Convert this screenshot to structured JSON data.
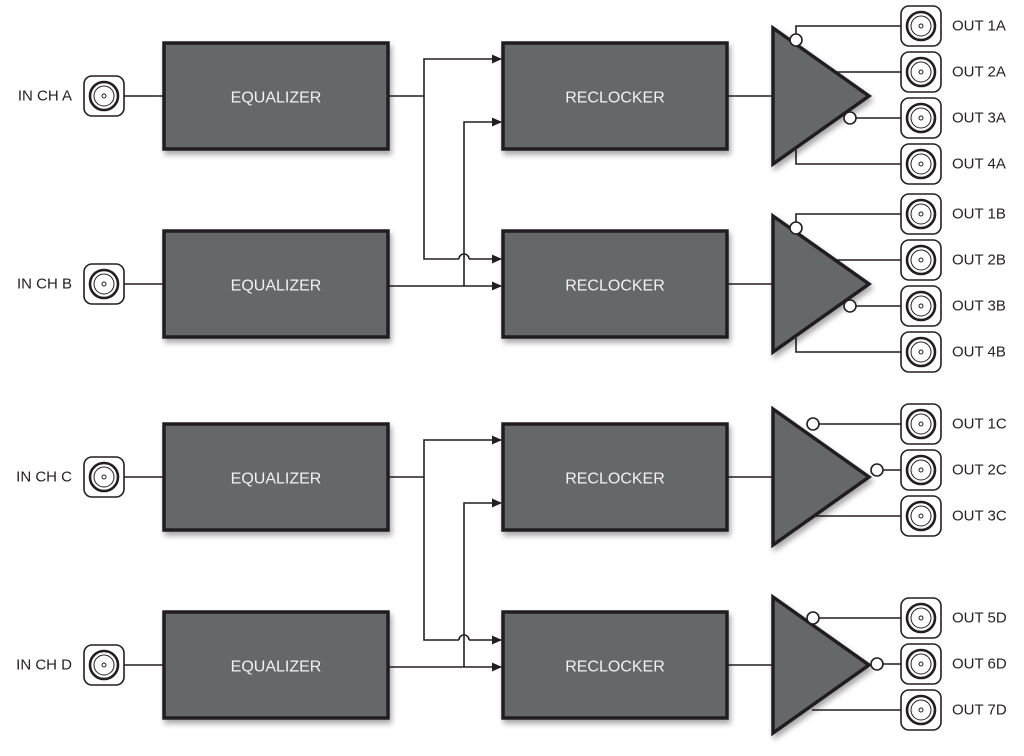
{
  "title": "Equalizer / Reclocker distribution diagram",
  "colors": {
    "block_fill": "#656767",
    "block_stroke": "#231f20",
    "label": "#231f20",
    "block_text": "#f2f2f2"
  },
  "icons": {
    "connector": "bnc-connector-icon",
    "amplifier": "buffer-amplifier-icon"
  },
  "channels": [
    {
      "input": "IN CH A",
      "equalizer": "EQUALIZER",
      "reclocker": "RECLOCKER",
      "outputs": [
        "OUT 1A",
        "OUT 2A",
        "OUT 3A",
        "OUT 4A"
      ]
    },
    {
      "input": "IN CH B",
      "equalizer": "EQUALIZER",
      "reclocker": "RECLOCKER",
      "outputs": [
        "OUT 1B",
        "OUT 2B",
        "OUT 3B",
        "OUT 4B"
      ]
    },
    {
      "input": "IN CH C",
      "equalizer": "EQUALIZER",
      "reclocker": "RECLOCKER",
      "outputs": [
        "OUT 1C",
        "OUT 2C",
        "OUT 3C"
      ]
    },
    {
      "input": "IN CH D",
      "equalizer": "EQUALIZER",
      "reclocker": "RECLOCKER",
      "outputs": [
        "OUT 5D",
        "OUT 6D",
        "OUT 7D"
      ]
    }
  ]
}
